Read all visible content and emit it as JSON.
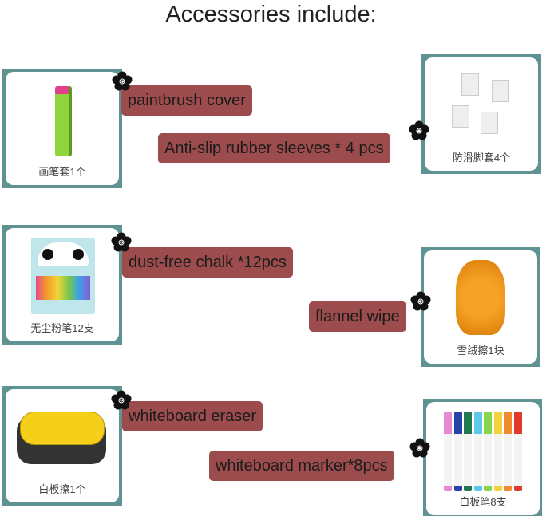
{
  "title": "Accessories include:",
  "items": [
    {
      "label": "paintbrush cover",
      "caption": "画笔套1个",
      "icon": "paintbrush-cover"
    },
    {
      "label": "Anti-slip rubber sleeves * 4 pcs",
      "caption": "防滑脚套4个",
      "icon": "rubber-sleeves"
    },
    {
      "label": "dust-free chalk *12pcs",
      "caption": "无尘粉笔12支",
      "icon": "chalk-box"
    },
    {
      "label": "flannel wipe",
      "caption": "雪绒擦1块",
      "icon": "flannel-wipe"
    },
    {
      "label": "whiteboard eraser",
      "caption": "白板擦1个",
      "icon": "eraser"
    },
    {
      "label": "whiteboard marker*8pcs",
      "caption": "白板笔8支",
      "icon": "markers"
    }
  ],
  "colors": {
    "frame": "#5f9392",
    "label_bg": "#9c4c4c"
  },
  "marker_colors": [
    "#e58ad0",
    "#2744a8",
    "#1f7a52",
    "#5ec8e8",
    "#86d84a",
    "#f2d23a",
    "#f08a2a",
    "#e03a2a"
  ]
}
